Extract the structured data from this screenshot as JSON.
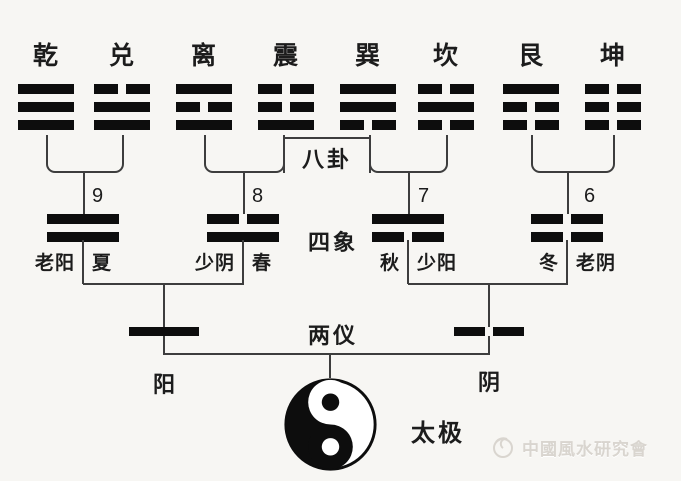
{
  "colors": {
    "background": "#f7f6f3",
    "ink": "#1c1c1c",
    "line": "#3d3d3d",
    "bar": "#0d0d0d",
    "watermark": "#d9d5cf"
  },
  "trigrams": [
    {
      "name": "乾",
      "lines": [
        "solid",
        "solid",
        "solid"
      ]
    },
    {
      "name": "兑",
      "lines": [
        "broken",
        "solid",
        "solid"
      ]
    },
    {
      "name": "离",
      "lines": [
        "solid",
        "broken",
        "solid"
      ]
    },
    {
      "name": "震",
      "lines": [
        "broken",
        "broken",
        "solid"
      ]
    },
    {
      "name": "巽",
      "lines": [
        "solid",
        "solid",
        "broken"
      ]
    },
    {
      "name": "坎",
      "lines": [
        "broken",
        "solid",
        "broken"
      ]
    },
    {
      "name": "艮",
      "lines": [
        "solid",
        "broken",
        "broken"
      ]
    },
    {
      "name": "坤",
      "lines": [
        "broken",
        "broken",
        "broken"
      ]
    }
  ],
  "stage_labels": {
    "bagua": "八卦",
    "sixiang": "四象",
    "liangyi": "两仪",
    "taiji": "太极"
  },
  "sixiang": [
    {
      "number": "9",
      "rows": [
        "solid",
        "solid"
      ],
      "label_left": "老阳",
      "label_right": "夏"
    },
    {
      "number": "8",
      "rows": [
        "broken",
        "solid"
      ],
      "label_left": "少阴",
      "label_right": "春"
    },
    {
      "number": "7",
      "rows": [
        "solid",
        "broken"
      ],
      "label_left": "秋",
      "label_right": "少阳"
    },
    {
      "number": "6",
      "rows": [
        "broken",
        "broken"
      ],
      "label_left": "冬",
      "label_right": "老阴"
    }
  ],
  "liangyi": [
    {
      "type": "solid",
      "label": "阳"
    },
    {
      "type": "broken",
      "label": "阴"
    }
  ],
  "watermark": {
    "text": "中國風水研究會"
  }
}
